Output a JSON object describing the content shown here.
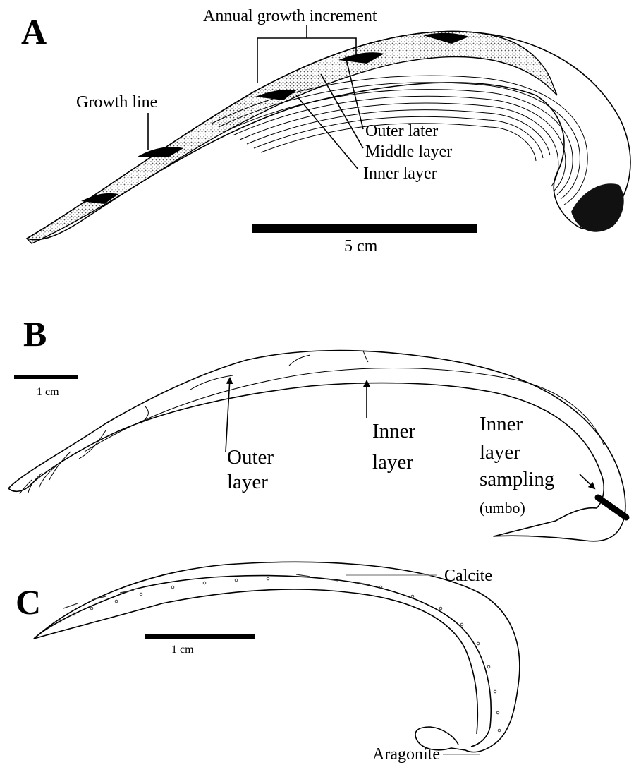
{
  "panels": {
    "a": {
      "letter": "A",
      "annual_increment_label": "Annual growth increment",
      "growth_line_label": "Growth line",
      "outer_label": "Outer later",
      "middle_label": "Middle layer",
      "inner_label": "Inner layer",
      "scale_label": "5 cm"
    },
    "b": {
      "letter": "B",
      "scale_label": "1 cm",
      "outer_label_1": "Outer",
      "outer_label_2": "layer",
      "inner_label_1": "Inner",
      "inner_label_2": "layer",
      "sampling_label_1": "Inner",
      "sampling_label_2": "layer",
      "sampling_label_3": "sampling",
      "sampling_label_4": "(umbo)"
    },
    "c": {
      "letter": "C",
      "scale_label": "1 cm",
      "calcite_label": "Calcite",
      "aragonite_label": "Aragonite"
    }
  }
}
